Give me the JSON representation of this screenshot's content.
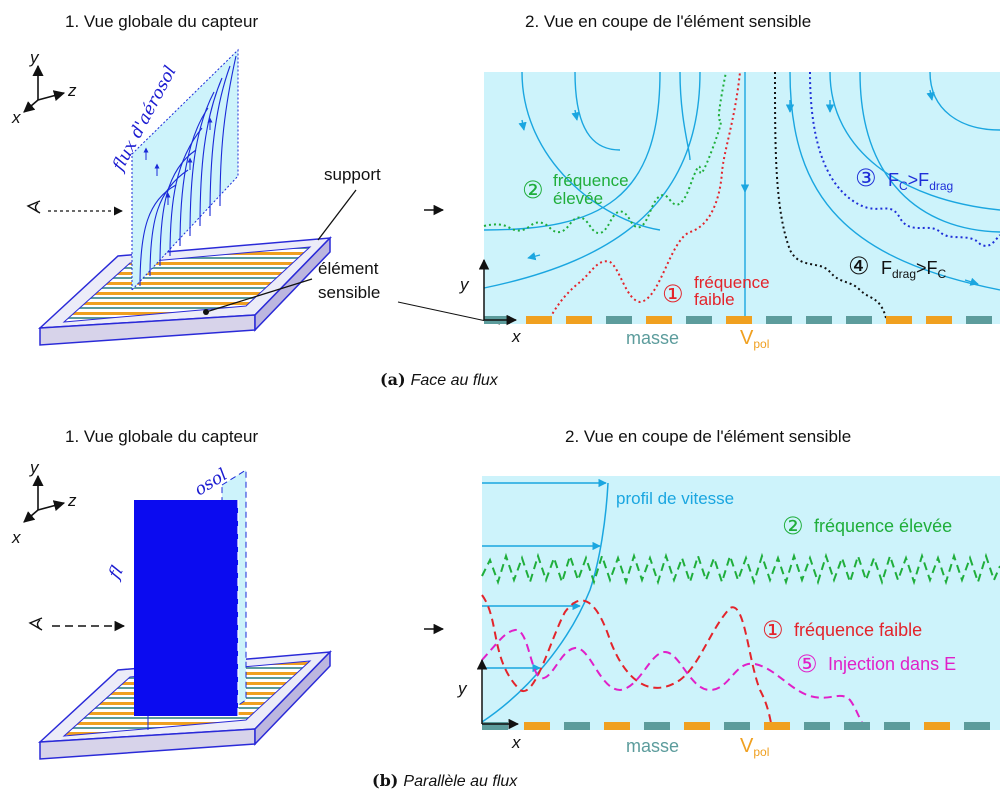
{
  "panel_a": {
    "caption_label": "(a)",
    "caption_text": "Face au flux",
    "left_title": "1. Vue globale du capteur",
    "right_title": "2. Vue en coupe de l'élément sensible",
    "axes": {
      "y": "y",
      "z": "z",
      "x": "x"
    },
    "flux_label": "flux d'aérosol",
    "support_label": "support",
    "sensor_label_1": "élément",
    "sensor_label_2": "sensible",
    "section_axes": {
      "y": "y",
      "x": "x"
    },
    "freq_high_num": "②",
    "freq_high_1": "fréquence",
    "freq_high_2": "élevée",
    "freq_low_num": "①",
    "freq_low_1": "fréquence",
    "freq_low_2": "faible",
    "case3_num": "③",
    "case3_F": "F",
    "case3_sub1": "C",
    "case3_gt": ">F",
    "case3_sub2": "drag",
    "case4_num": "④",
    "case4_F": "F",
    "case4_sub1": "drag",
    "case4_gt": ">F",
    "case4_sub2": "C",
    "masse": "masse",
    "vpol_V": "V",
    "vpol_sub": "pol"
  },
  "panel_b": {
    "caption_label": "(b)",
    "caption_text": "Parallèle au flux",
    "left_title": "1. Vue globale du capteur",
    "right_title": "2. Vue en coupe de l'élément sensible",
    "axes": {
      "y": "y",
      "z": "z",
      "x": "x"
    },
    "flux_label_a": "fl",
    "flux_label_b": "osol",
    "section_axes": {
      "y": "y",
      "x": "x"
    },
    "profil": "profil de vitesse",
    "freq_high_num": "②",
    "freq_high": "fréquence élevée",
    "freq_low_num": "①",
    "freq_low": "fréquence faible",
    "inj_num": "⑤",
    "inj": "Injection dans E",
    "masse": "masse",
    "vpol_V": "V",
    "vpol_sub": "pol"
  },
  "colors": {
    "flow_bg": "#cdf3fb",
    "streamline": "#1aa6e0",
    "high_freq": "#1fae3b",
    "low_freq": "#e3242b",
    "case3": "#1f2fd8",
    "case4": "#111111",
    "injection": "#e020c8",
    "masse": "#5c9c9c",
    "vpol": "#f0a020",
    "flux_blue": "#1010e8"
  }
}
